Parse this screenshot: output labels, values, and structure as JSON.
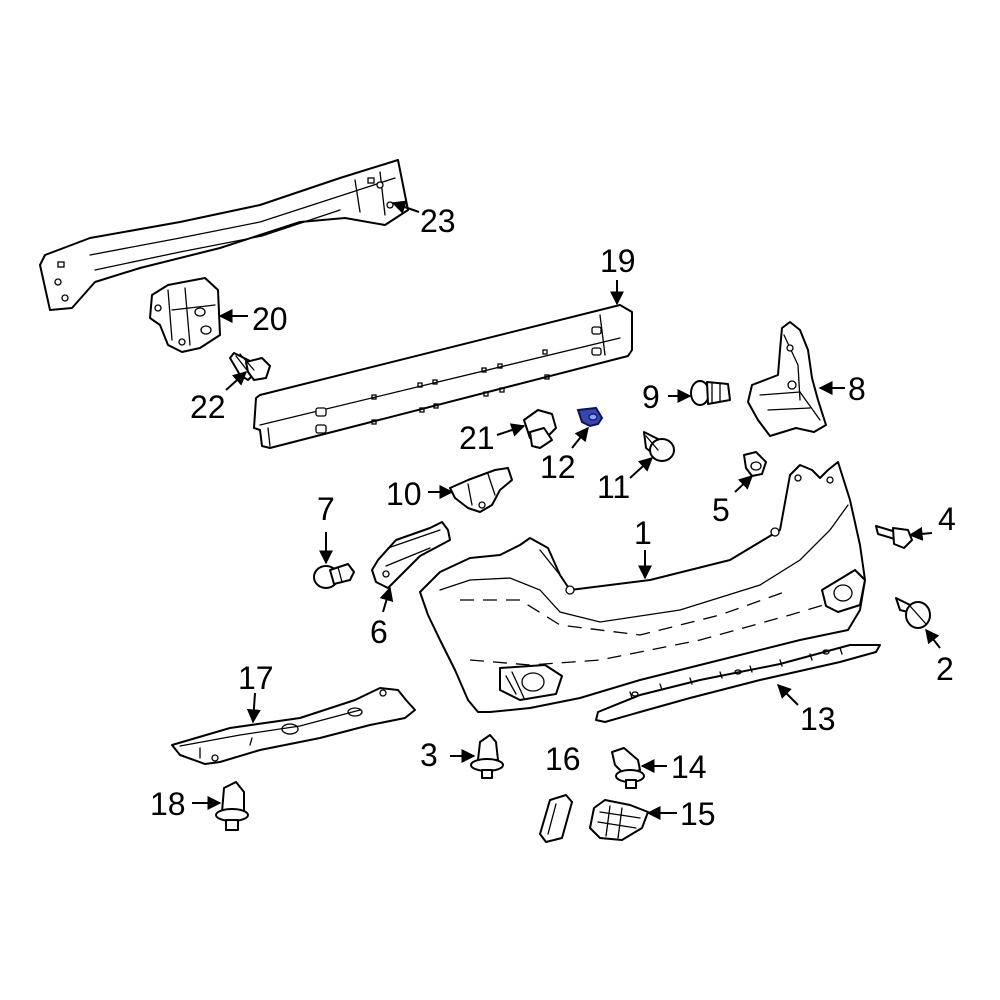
{
  "diagram": {
    "highlight_color": "#3a46b0",
    "callouts": [
      {
        "id": "1",
        "label": "1"
      },
      {
        "id": "2",
        "label": "2"
      },
      {
        "id": "3",
        "label": "3"
      },
      {
        "id": "4",
        "label": "4"
      },
      {
        "id": "5",
        "label": "5"
      },
      {
        "id": "6",
        "label": "6"
      },
      {
        "id": "7",
        "label": "7"
      },
      {
        "id": "8",
        "label": "8"
      },
      {
        "id": "9",
        "label": "9"
      },
      {
        "id": "10",
        "label": "10"
      },
      {
        "id": "11",
        "label": "11"
      },
      {
        "id": "12",
        "label": "12"
      },
      {
        "id": "13",
        "label": "13"
      },
      {
        "id": "14",
        "label": "14"
      },
      {
        "id": "15",
        "label": "15"
      },
      {
        "id": "16",
        "label": "16"
      },
      {
        "id": "17",
        "label": "17"
      },
      {
        "id": "18",
        "label": "18"
      },
      {
        "id": "19",
        "label": "19"
      },
      {
        "id": "20",
        "label": "20"
      },
      {
        "id": "21",
        "label": "21"
      },
      {
        "id": "22",
        "label": "22"
      },
      {
        "id": "23",
        "label": "23"
      }
    ]
  }
}
